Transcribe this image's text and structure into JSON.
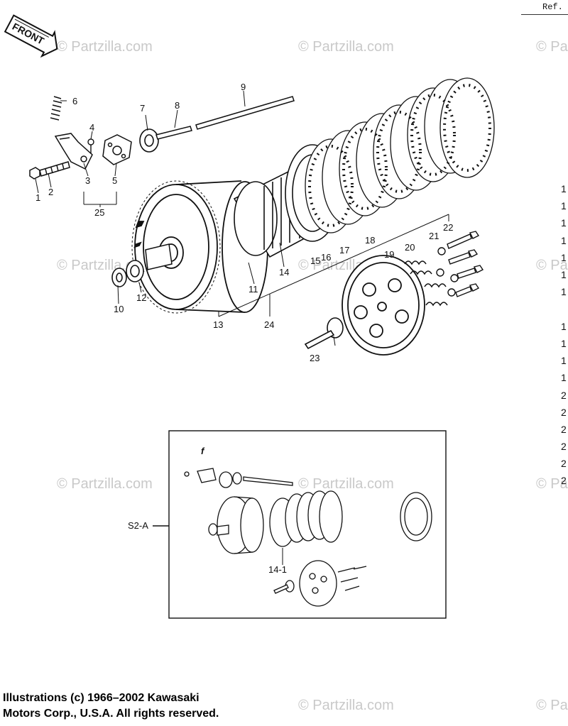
{
  "header": {
    "ref_label": "Ref."
  },
  "front_label": "FRONT",
  "watermark": "© Partzilla.com",
  "callouts": [
    "1",
    "2",
    "3",
    "4",
    "5",
    "6",
    "7",
    "8",
    "9",
    "10",
    "11",
    "12",
    "13",
    "14",
    "15",
    "16",
    "17",
    "18",
    "19",
    "20",
    "21",
    "22",
    "23",
    "24",
    "25"
  ],
  "inset": {
    "tag": "S2-A",
    "part_label": "14-1",
    "mark": "f"
  },
  "right_column_digits": [
    "1",
    "1",
    "1",
    "1",
    "1",
    "1",
    "1",
    "1",
    "1",
    "1",
    "1",
    "2",
    "2",
    "2",
    "2",
    "2",
    "2"
  ],
  "copyright": {
    "line1": "Illustrations (c) 1966–2002 Kawasaki",
    "line2": "Motors Corp., U.S.A.  All rights reserved."
  },
  "colors": {
    "line": "#111111",
    "watermark": "#c9c9c9",
    "background": "#ffffff"
  }
}
